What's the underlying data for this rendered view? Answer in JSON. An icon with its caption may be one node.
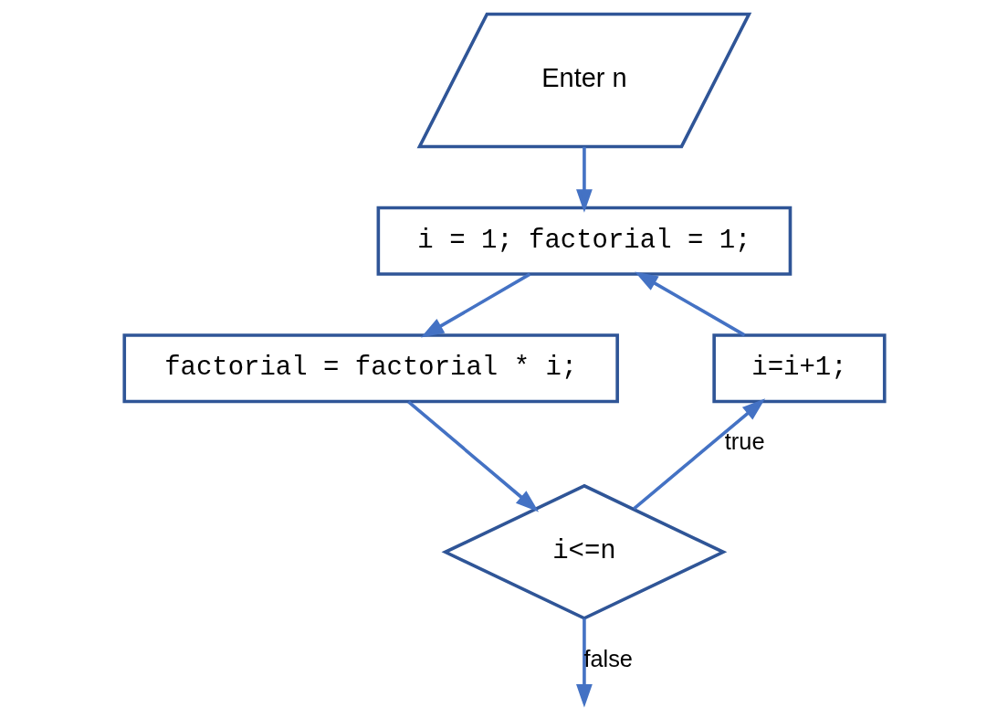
{
  "diagram": {
    "nodes": [
      {
        "text": [
          "Enter n"
        ]
      },
      {
        "text": [
          "i = 1; factorial = 1;"
        ]
      },
      {
        "text": [
          "factorial = factorial * i;"
        ]
      },
      {
        "text": [
          "i=i+1;"
        ]
      },
      {
        "text": [
          "i<=n"
        ]
      }
    ],
    "edges": [
      {
        "from": 0,
        "to": 1,
        "arrow": "to"
      },
      {
        "from": 1,
        "to": 2,
        "arrow": "to"
      },
      {
        "from": 2,
        "to": 4,
        "arrow": "to"
      },
      {
        "from": 4,
        "to": 3,
        "arrow": "to",
        "label": "true"
      },
      {
        "from": 3,
        "to": 1,
        "arrow": "to"
      },
      {
        "from": 4,
        "to": null,
        "arrow": "to",
        "label": "false"
      }
    ]
  }
}
